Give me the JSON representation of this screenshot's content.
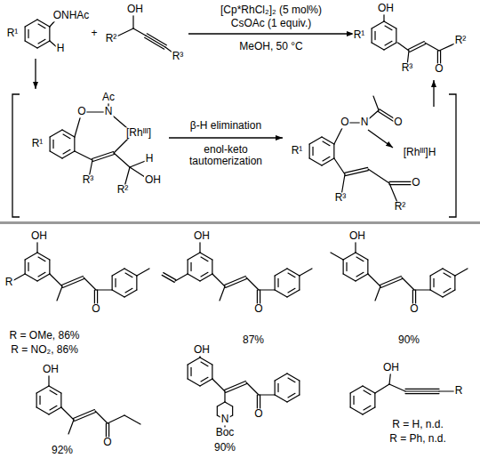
{
  "diagram": {
    "labels": [
      "ONHAc",
      "R¹",
      "H",
      "+",
      "OH",
      "R²",
      "R³",
      "[Cp*RhCl₂]₂ (5 mol%)",
      "CsOAc (1 equiv.)",
      "MeOH, 50 °C",
      "OH",
      "R¹",
      "R³",
      "O",
      "R²",
      "O",
      "N",
      "Ac",
      "[Rhᴵᴵᴵ]",
      "R¹",
      "R³",
      "H",
      "R²",
      "OH",
      "β-H elimination",
      "enol-keto tautomerization",
      "O",
      "N",
      "O",
      "[Rhᴵᴵᴵ]H",
      "R¹",
      "R³",
      "O",
      "R²",
      "OH",
      "R",
      "O",
      "R = OMe, 86%",
      "R = NO₂, 86%",
      "OH",
      "O",
      "87%",
      "OH",
      "O",
      "90%",
      "OH",
      "O",
      "92%",
      "OH",
      "O",
      "N",
      "Boc",
      "90%",
      "OH",
      "R",
      "R = H, n.d.",
      "R = Ph, n.d."
    ]
  }
}
